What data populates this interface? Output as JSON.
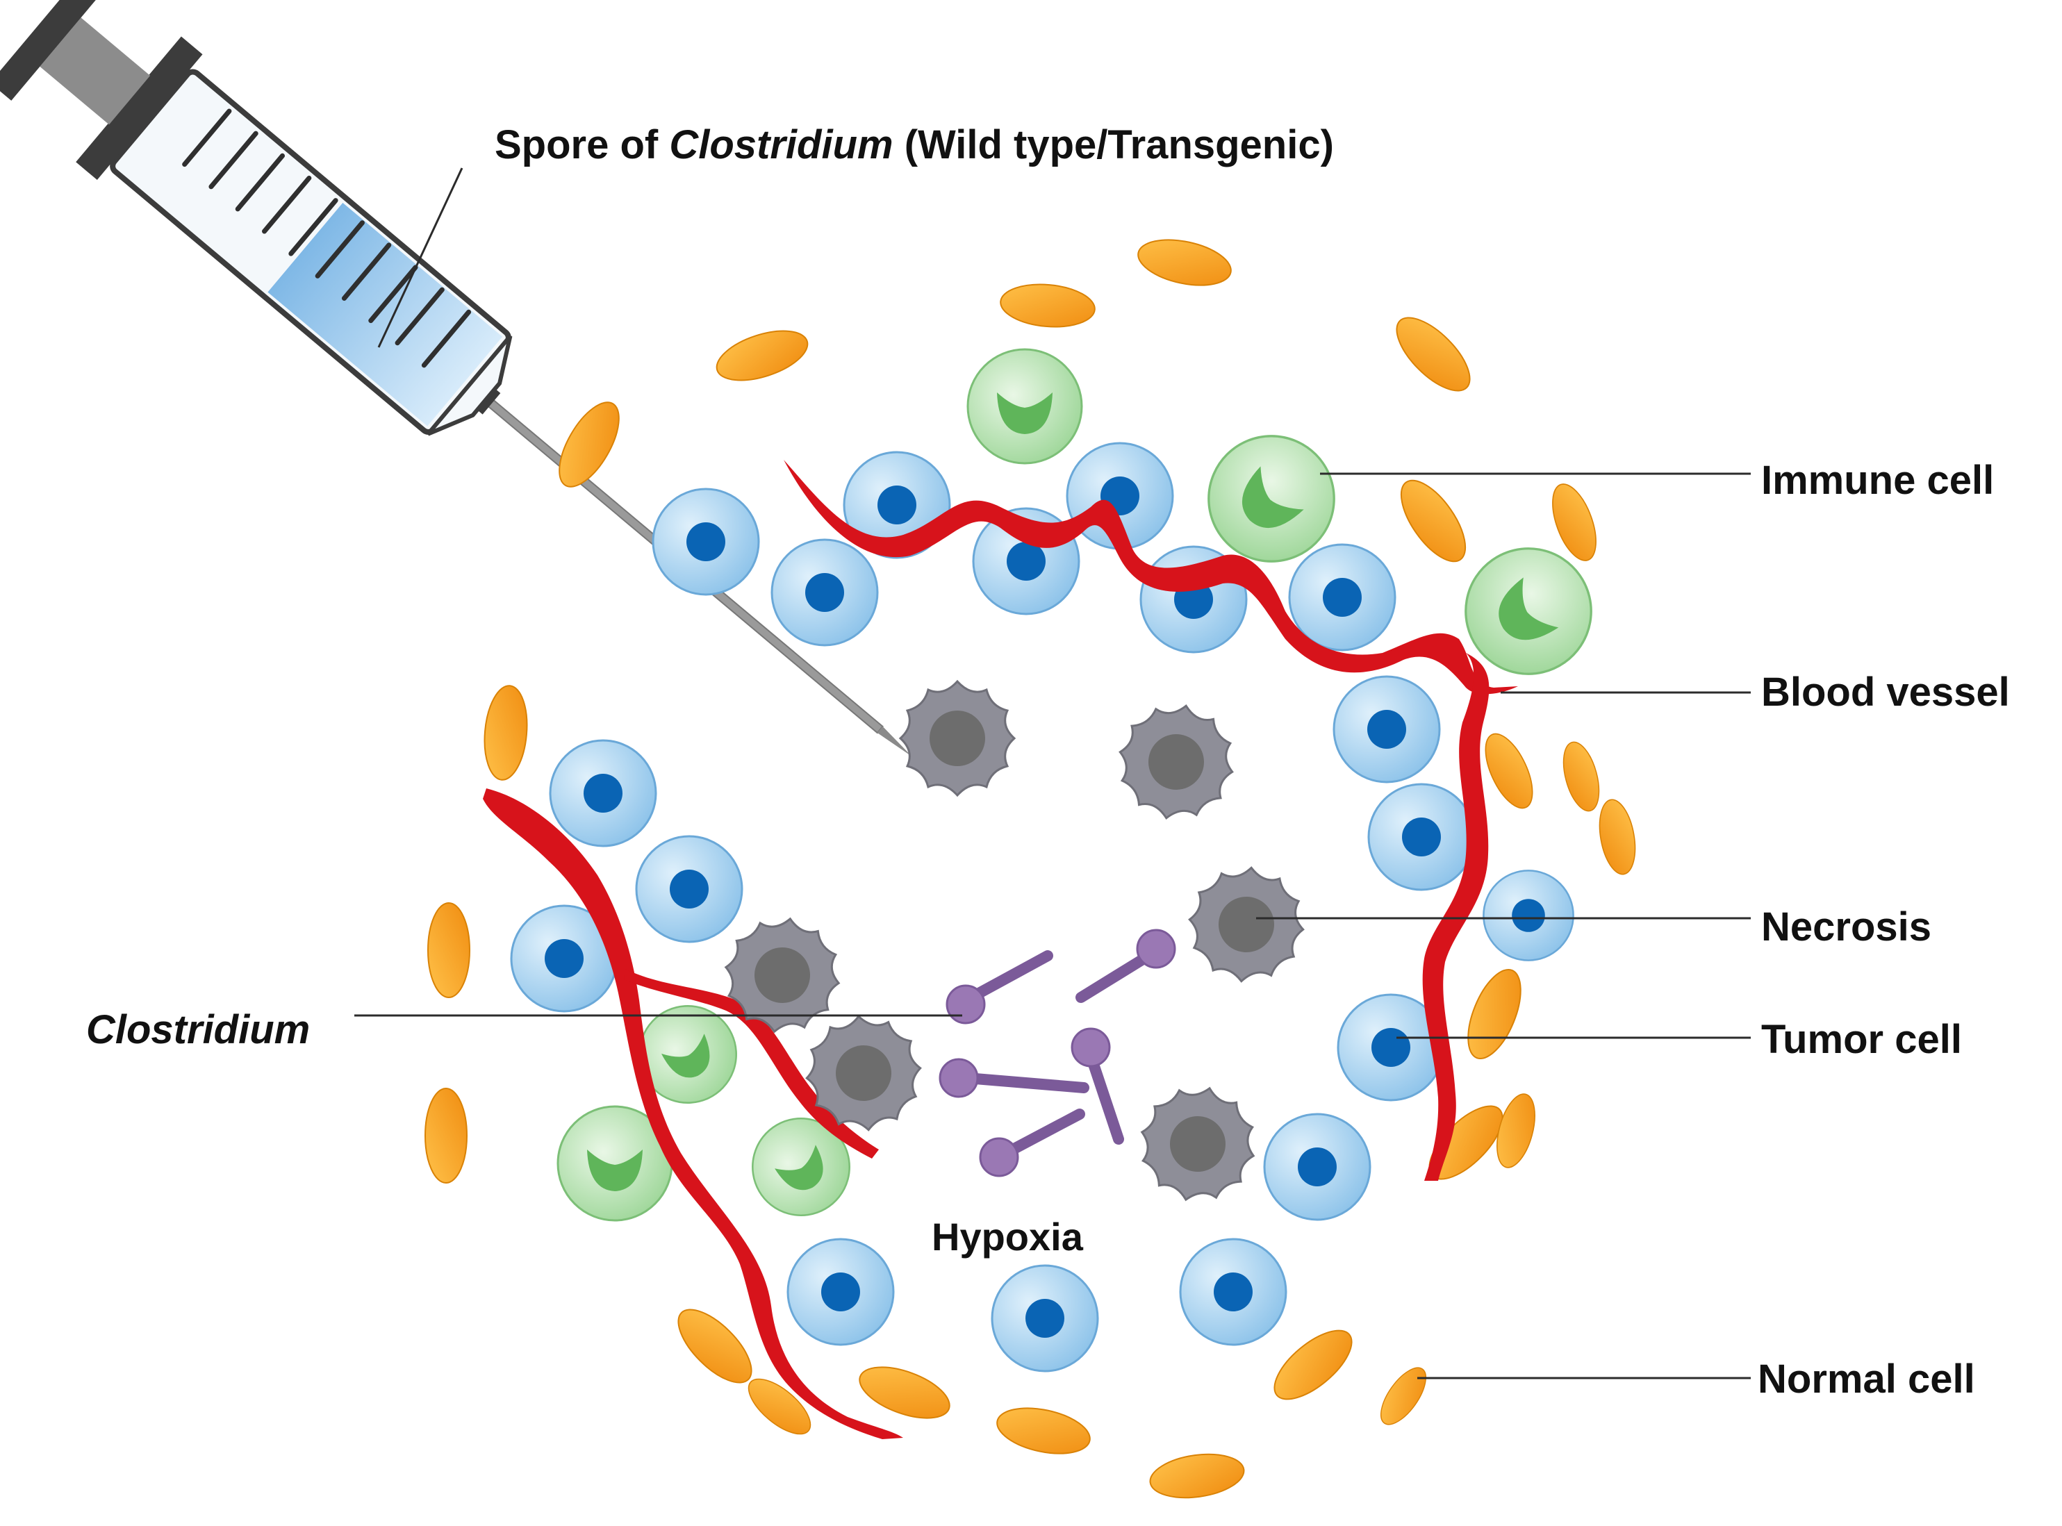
{
  "labels": {
    "spore_prefix": "Spore of ",
    "spore_genus": "Clostridium",
    "spore_suffix": " (Wild type/Transgenic)",
    "immune_cell": "Immune cell",
    "blood_vessel": "Blood vessel",
    "necrosis": "Necrosis",
    "tumor_cell": "Tumor cell",
    "normal_cell": "Normal cell",
    "clostridium": "Clostridium",
    "hypoxia": "Hypoxia"
  },
  "colors": {
    "tumor_cell_fill": "#a9d3f0",
    "tumor_cell_nucleus": "#0a64b4",
    "immune_cell_fill": "#b5e3b2",
    "immune_cell_mark": "#5fb55a",
    "normal_cell_fill": "#f5a01e",
    "necrosis_fill": "#8c8c96",
    "necrosis_core": "#6e6e6e",
    "clostridium_fill": "#9a78b4",
    "blood_vessel": "#d7131b",
    "syringe_liquid": "#a9d0f0",
    "syringe_cap": "#4a4a4a"
  },
  "icons": {
    "syringe": "syringe-icon",
    "tumor_cell": "tumor-cell-icon",
    "immune_cell": "immune-cell-icon",
    "normal_cell": "normal-cell-icon",
    "necrosis": "necrotic-cell-icon",
    "clostridium": "clostridium-bacterium-icon",
    "blood_vessel": "blood-vessel-icon"
  }
}
